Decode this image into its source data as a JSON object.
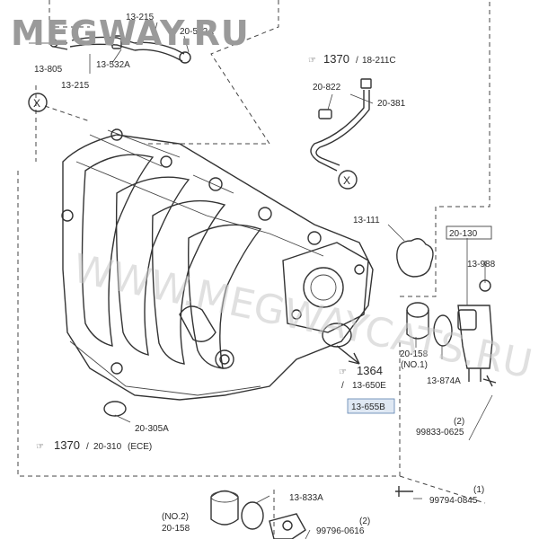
{
  "watermark": {
    "brand": "MEGWAY.RU",
    "diagonal": "WWW.MEGWAYCATS.RU"
  },
  "callouts": {
    "top_left": [
      "13-215",
      "20-532A",
      "13-805",
      "13-532A",
      "13-215"
    ],
    "ref_1370_211c": {
      "ref": "1370",
      "code": "18-211C"
    },
    "hose": [
      "20-822",
      "20-381"
    ],
    "gasket_13_111": "13-111",
    "valve_group": {
      "box": "20-130",
      "code": "13-988"
    },
    "seal_20_158_no1": {
      "code": "20-158",
      "note": "(NO.1)"
    },
    "code_13_874a": "13-874A",
    "ref_1364": {
      "ref": "1364",
      "code": "13-650E"
    },
    "highlighted": "13-655B",
    "bolt_99833": {
      "qty": "(2)",
      "code": "99833-0625"
    },
    "gasket_20_305a": "20-305A",
    "ref_1370_310": {
      "ref": "1370",
      "code": "20-310",
      "suffix": "(ECE)"
    },
    "bolt_99794": {
      "qty": "(1)",
      "code": "99794-0845"
    },
    "o_ring_13_833a": "13-833A",
    "seal_20_158_no2": {
      "note": "(NO.2)",
      "code": "20-158"
    },
    "bolt_99796": {
      "qty": "(2)",
      "code": "99796-0616"
    },
    "x_marker": "X"
  }
}
